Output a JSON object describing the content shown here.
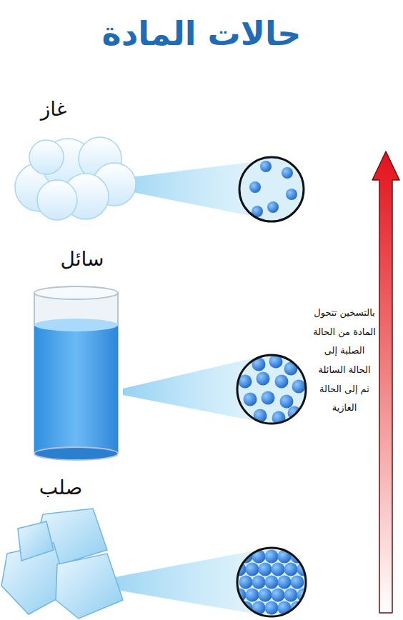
{
  "diagram": {
    "title": "حالات المادة",
    "labels": [
      "غاز",
      "سائل",
      "صلب",
      "بالتسخين تتحول المادة من الحالة الصلبة إلى الحالة السائلة ثم إلى الحالة الغازية"
    ]
  }
}
